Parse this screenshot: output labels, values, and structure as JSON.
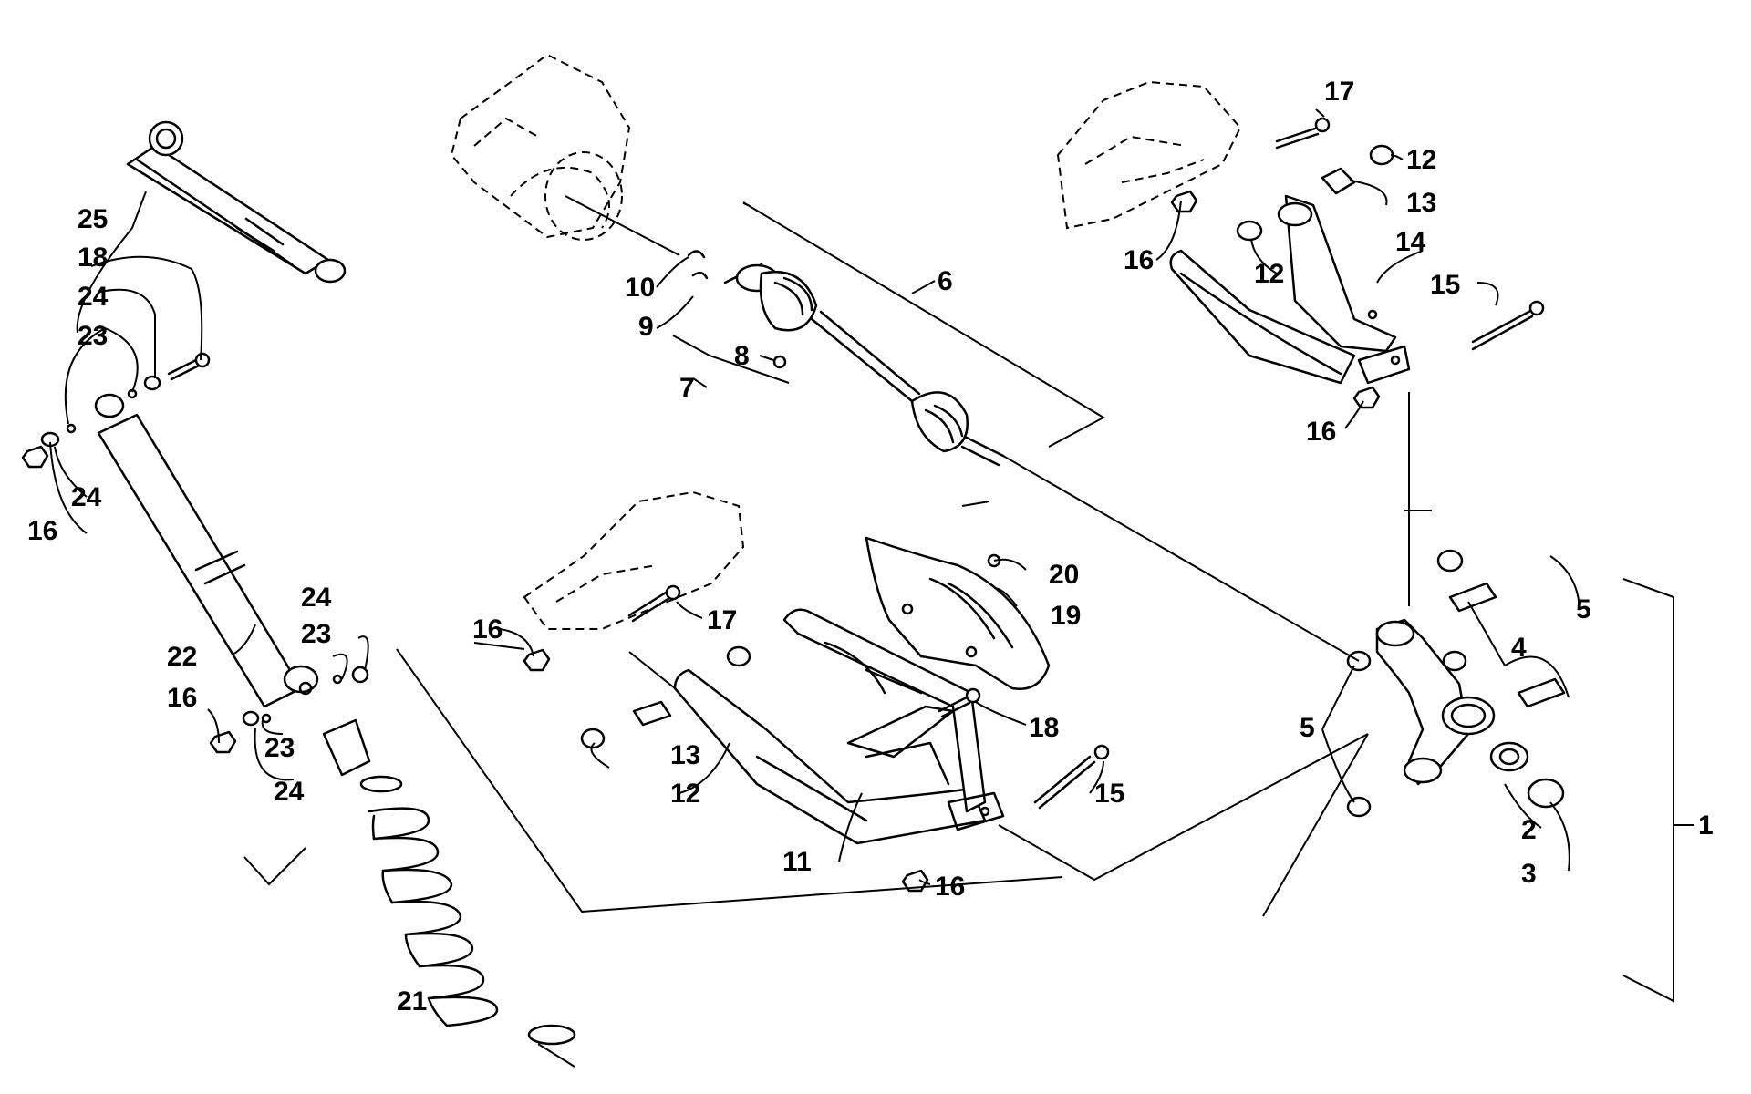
{
  "callouts": [
    {
      "id": "c1",
      "label": "1"
    },
    {
      "id": "c2",
      "label": "2"
    },
    {
      "id": "c3",
      "label": "3"
    },
    {
      "id": "c4",
      "label": "4"
    },
    {
      "id": "c5a",
      "label": "5"
    },
    {
      "id": "c5b",
      "label": "5"
    },
    {
      "id": "c6",
      "label": "6"
    },
    {
      "id": "c7",
      "label": "7"
    },
    {
      "id": "c8",
      "label": "8"
    },
    {
      "id": "c9",
      "label": "9"
    },
    {
      "id": "c10",
      "label": "10"
    },
    {
      "id": "c11",
      "label": "11"
    },
    {
      "id": "c12a",
      "label": "12"
    },
    {
      "id": "c12b",
      "label": "12"
    },
    {
      "id": "c12c",
      "label": "12"
    },
    {
      "id": "c13a",
      "label": "13"
    },
    {
      "id": "c13b",
      "label": "13"
    },
    {
      "id": "c14",
      "label": "14"
    },
    {
      "id": "c15a",
      "label": "15"
    },
    {
      "id": "c15b",
      "label": "15"
    },
    {
      "id": "c16a",
      "label": "16"
    },
    {
      "id": "c16b",
      "label": "16"
    },
    {
      "id": "c16c",
      "label": "16"
    },
    {
      "id": "c16d",
      "label": "16"
    },
    {
      "id": "c16e",
      "label": "16"
    },
    {
      "id": "c16f",
      "label": "16"
    },
    {
      "id": "c17a",
      "label": "17"
    },
    {
      "id": "c17b",
      "label": "17"
    },
    {
      "id": "c18a",
      "label": "18"
    },
    {
      "id": "c18b",
      "label": "18"
    },
    {
      "id": "c19",
      "label": "19"
    },
    {
      "id": "c20",
      "label": "20"
    },
    {
      "id": "c21",
      "label": "21"
    },
    {
      "id": "c22",
      "label": "22"
    },
    {
      "id": "c23a",
      "label": "23"
    },
    {
      "id": "c23b",
      "label": "23"
    },
    {
      "id": "c23c",
      "label": "23"
    },
    {
      "id": "c24a",
      "label": "24"
    },
    {
      "id": "c24b",
      "label": "24"
    },
    {
      "id": "c24c",
      "label": "24"
    },
    {
      "id": "c24d",
      "label": "24"
    },
    {
      "id": "c25",
      "label": "25"
    }
  ]
}
